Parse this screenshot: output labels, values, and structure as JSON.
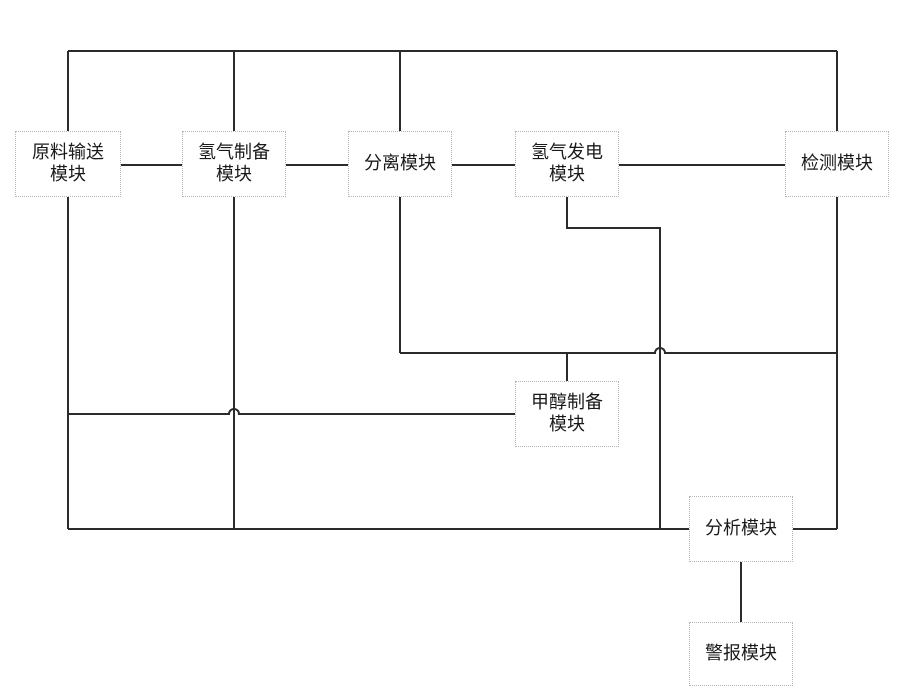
{
  "modules": {
    "raw_material": {
      "line1": "原料输送",
      "line2": "模块"
    },
    "hydrogen_production": {
      "line1": "氢气制备",
      "line2": "模块"
    },
    "separation": {
      "line1": "分离模块"
    },
    "hydrogen_power": {
      "line1": "氢气发电",
      "line2": "模块"
    },
    "detection": {
      "line1": "检测模块"
    },
    "methanol_production": {
      "line1": "甲醇制备",
      "line2": "模块"
    },
    "analysis": {
      "line1": "分析模块"
    },
    "alarm": {
      "line1": "警报模块"
    }
  },
  "colors": {
    "line": "#2b2b2b",
    "box_border": "#b5b5b5",
    "text": "#1a1a1a"
  }
}
